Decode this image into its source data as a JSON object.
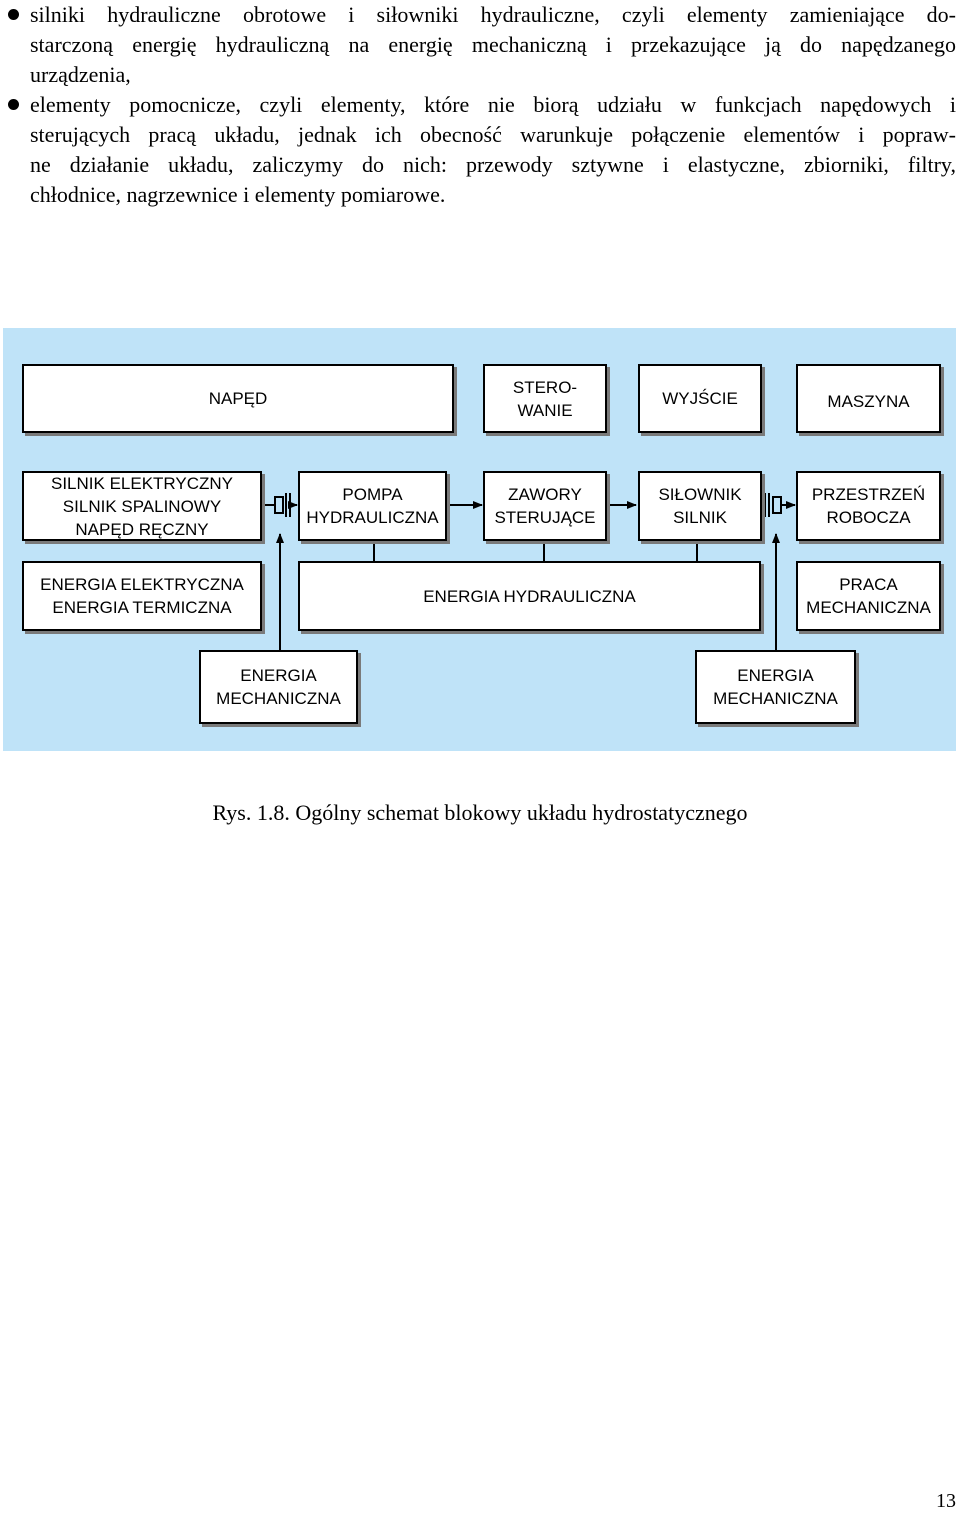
{
  "text": {
    "bullet1": [
      "silniki hydrauliczne obrotowe i siłowniki hydrauliczne, czyli elementy zamieniające do-",
      "starczoną energię hydrauliczną na energię mechaniczną i przekazujące ją do napędzanego",
      "urządzenia,"
    ],
    "bullet2": [
      "elementy pomocnicze, czyli elementy, które nie biorą udziału w funkcjach napędowych i",
      "sterujących pracą układu, jednak ich obecność warunkuje połączenie elementów i popraw-",
      "ne działanie układu, zaliczymy do nich: przewody sztywne i elastyczne, zbiorniki, filtry,",
      "chłodnice, nagrzewnice i elementy pomiarowe."
    ]
  },
  "diagram": {
    "header": {
      "naped": [
        "NAPĘD"
      ],
      "sterowanie": [
        "STERO-",
        "WANIE"
      ],
      "wyjscie": [
        "WYJŚCIE"
      ],
      "maszyna": [
        "MASZYNA"
      ]
    },
    "components": {
      "silnik": [
        "SILNIK ELEKTRYCZNY",
        "SILNIK SPALINOWY",
        "NAPĘD RĘCZNY"
      ],
      "pompa": [
        "POMPA",
        "HYDRAULICZNA"
      ],
      "zawory": [
        "ZAWORY",
        "STERUJĄCE"
      ],
      "silownik": [
        "SIŁOWNIK",
        "SILNIK"
      ],
      "przestrzen": [
        "PRZESTRZEŃ",
        "ROBOCZA"
      ]
    },
    "energy": {
      "input": [
        "ENERGIA ELEKTRYCZNA",
        "ENERGIA TERMICZNA"
      ],
      "hydraulic": [
        "ENERGIA HYDRAULICZNA"
      ],
      "output": [
        "PRACA",
        "MECHANICZNA"
      ]
    },
    "mechanical": {
      "left": [
        "ENERGIA",
        "MECHANICZNA"
      ],
      "right": [
        "ENERGIA",
        "MECHANICZNA"
      ]
    }
  },
  "caption": "Rys. 1.8. Ogólny schemat blokowy układu hydrostatycznego",
  "page_number": "13"
}
